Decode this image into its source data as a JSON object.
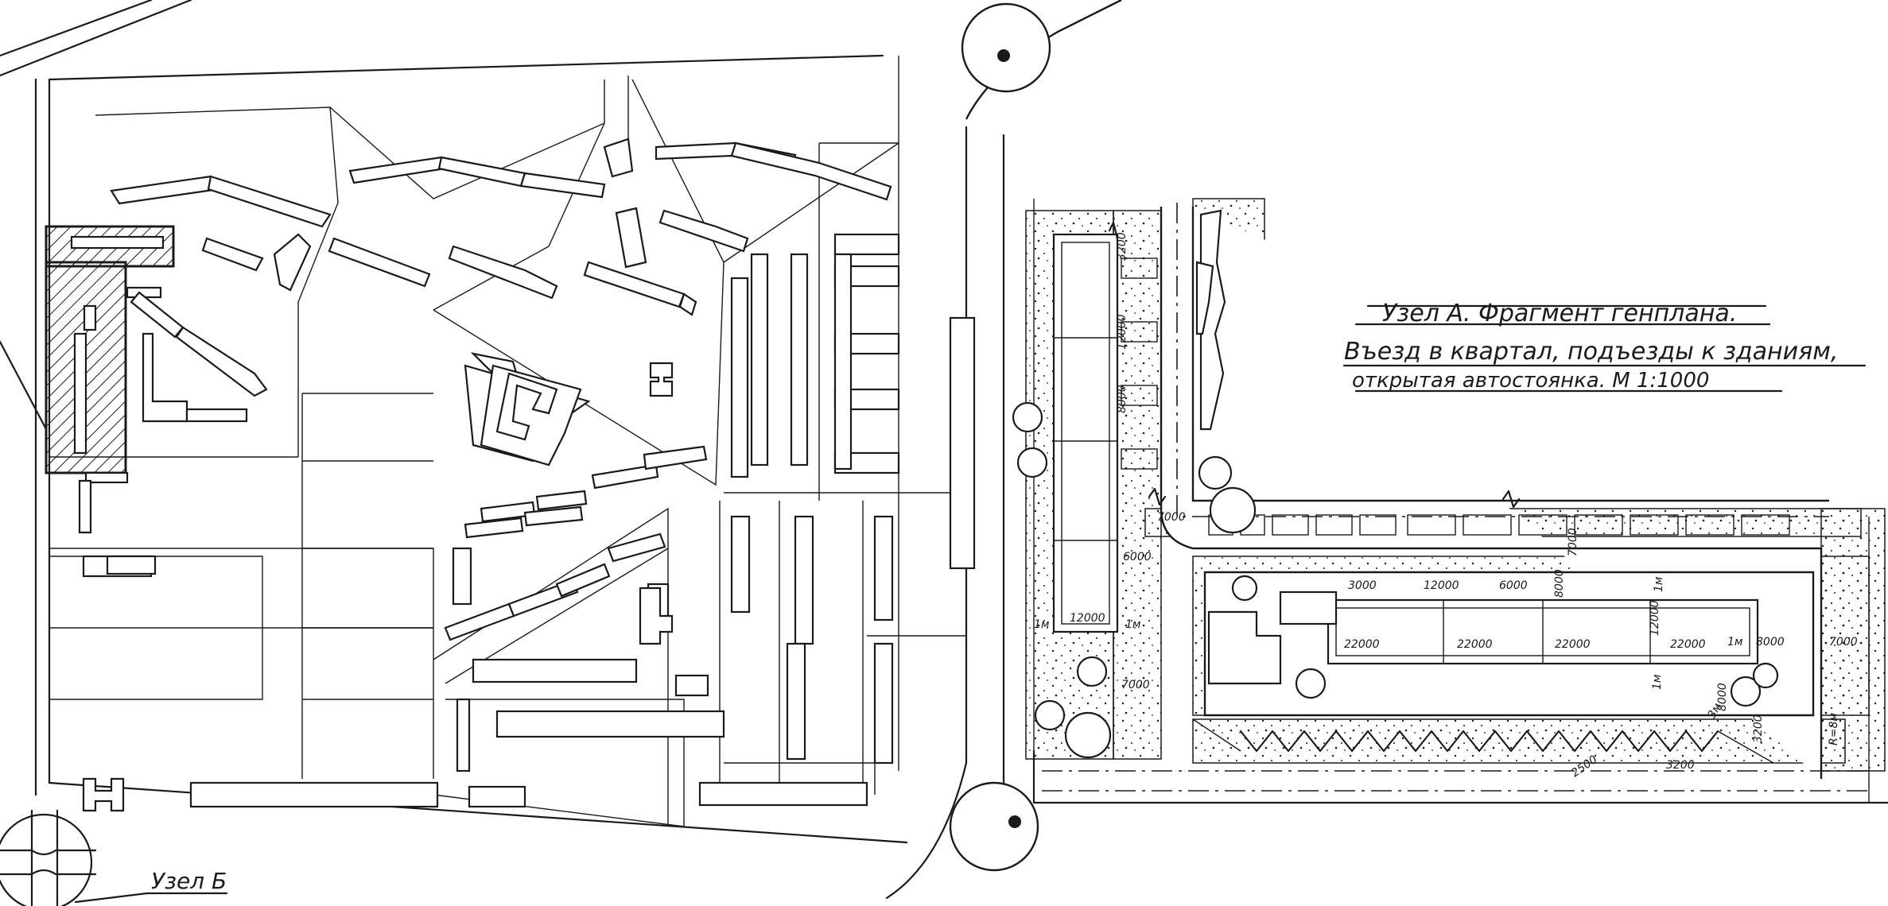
{
  "title": {
    "line1": "Узел А.   Фрагмент  генплана.",
    "line2": "Въезд в квартал, подъезды к зданиям,",
    "line3": "открытая  автостоянка.  М 1:1000"
  },
  "node_b_label": "Узел Б",
  "dimensions": {
    "d3200_top": "3200",
    "d12000_a": "12000",
    "d8000_a": "8000",
    "d7000_left": "7000",
    "d6000_left": "6000",
    "d1m_left": "1м",
    "d12000_bottom": "12000",
    "d1m_left2": "1м",
    "d7000_low": "7000",
    "d3000_top": "3000",
    "d12000_top": "12000",
    "d6000_top": "6000",
    "d8000_top": "8000",
    "d7000_top": "7000",
    "d1m_top": "1м",
    "d22000_1": "22000",
    "d22000_2": "22000",
    "d22000_3": "22000",
    "d22000_4": "22000",
    "d12000_mid": "12000",
    "d1m_right": "1м",
    "d8000_right": "8000",
    "d7000_right": "7000",
    "d1m_low": "1м",
    "d3m": "3м",
    "d8000_low": "8000",
    "d3200_low": "3200",
    "d2500": "2500",
    "d3200_bottom": "3200",
    "radius": "R=8м"
  }
}
